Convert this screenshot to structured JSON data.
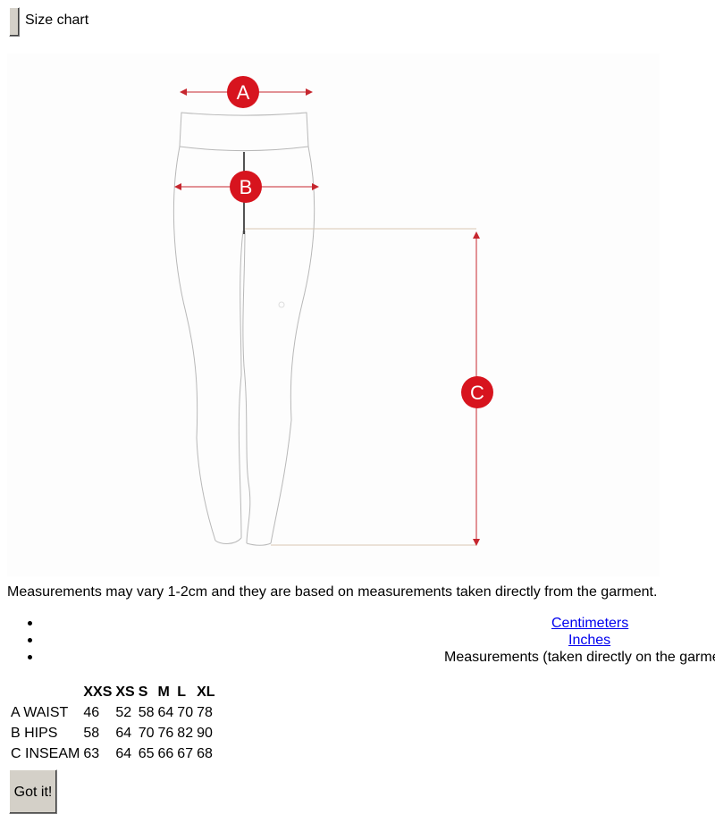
{
  "header": {
    "size_chart_label": "Size chart"
  },
  "figure": {
    "markers": {
      "a": "A",
      "b": "B",
      "c": "C"
    },
    "marker_color": "#d7141e",
    "arrow_color": "#c6262e",
    "outline_color": "#b8b8b8"
  },
  "note": "Measurements may vary 1-2cm and they are based on measurements taken directly from the garment.",
  "units": {
    "centimeters": "Centimeters",
    "inches": "Inches",
    "info": "Measurements (taken directly on the garment)"
  },
  "table": {
    "headers": [
      "",
      "XXS",
      "XS",
      "S",
      "M",
      "L",
      "XL"
    ],
    "rows": [
      [
        "A WAIST",
        "46",
        "52",
        "58",
        "64",
        "70",
        "78"
      ],
      [
        "B HIPS",
        "58",
        "64",
        "70",
        "76",
        "82",
        "90"
      ],
      [
        "C INSEAM",
        "63",
        "64",
        "65",
        "66",
        "67",
        "68"
      ]
    ]
  },
  "footer": {
    "got_it_label": "Got it!"
  },
  "colors": {
    "link": "#0000ee",
    "button_face": "#d4d0c8"
  }
}
